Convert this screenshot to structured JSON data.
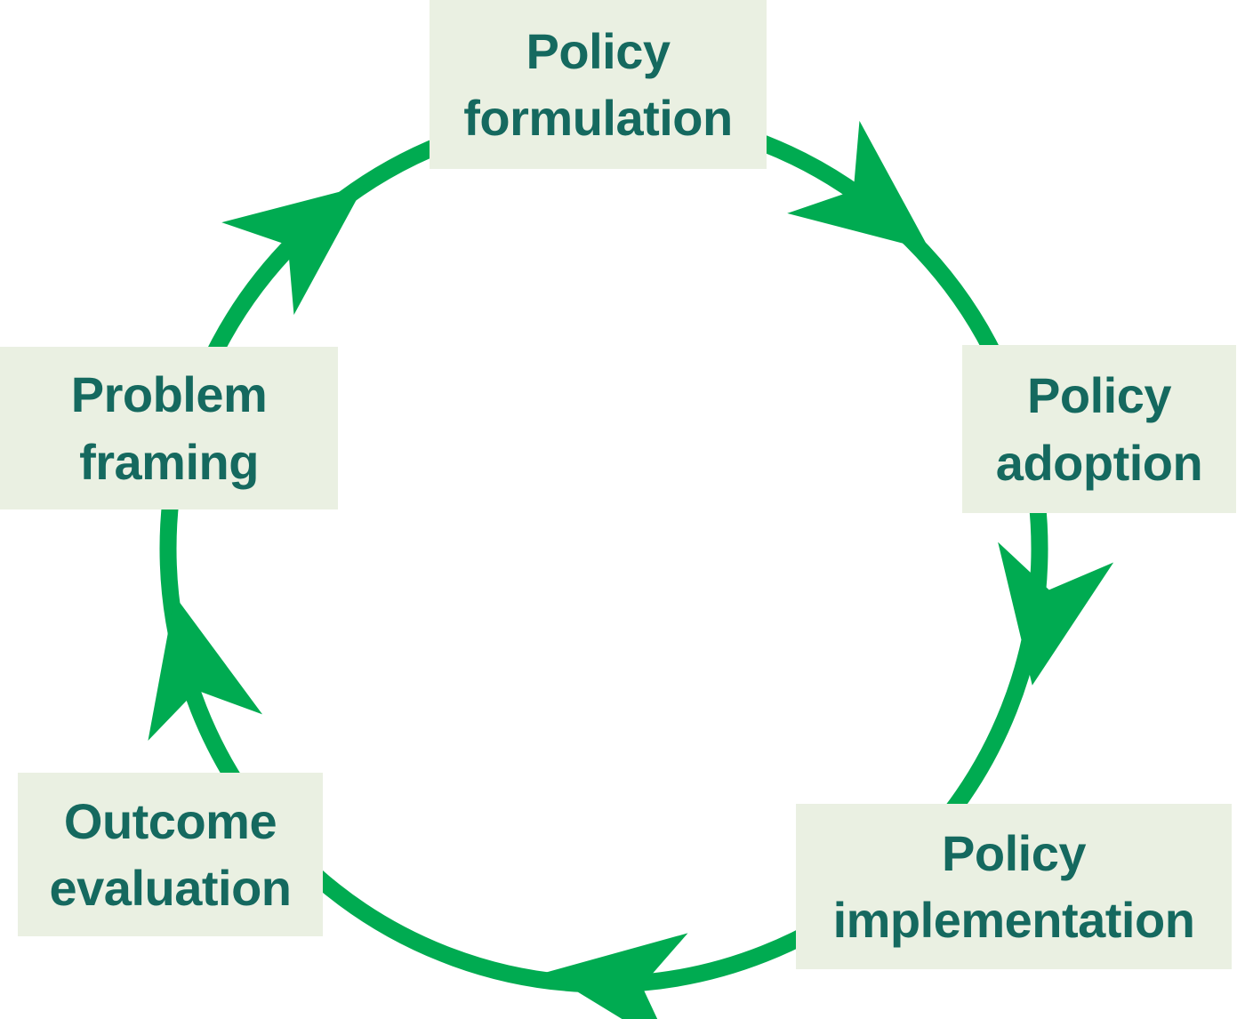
{
  "diagram": {
    "type": "cycle",
    "direction": "clockwise",
    "stages": [
      {
        "id": "policy-formulation",
        "line1": "Policy",
        "line2": "formulation",
        "position": "top"
      },
      {
        "id": "policy-adoption",
        "line1": "Policy",
        "line2": "adoption",
        "position": "right"
      },
      {
        "id": "policy-implementation",
        "line1": "Policy",
        "line2": "implementation",
        "position": "bottom-right"
      },
      {
        "id": "outcome-evaluation",
        "line1": "Outcome",
        "line2": "evaluation",
        "position": "bottom-left"
      },
      {
        "id": "problem-framing",
        "line1": "Problem",
        "line2": "framing",
        "position": "left"
      }
    ],
    "arrows": [
      {
        "from": "problem-framing",
        "to": "policy-formulation"
      },
      {
        "from": "policy-formulation",
        "to": "policy-adoption"
      },
      {
        "from": "policy-adoption",
        "to": "policy-implementation"
      },
      {
        "from": "policy-implementation",
        "to": "outcome-evaluation"
      },
      {
        "from": "outcome-evaluation",
        "to": "problem-framing"
      }
    ],
    "colors": {
      "ring": "#00ab51",
      "box_bg": "#eaf0e2",
      "text": "#15695f",
      "background": "#ffffff"
    }
  }
}
